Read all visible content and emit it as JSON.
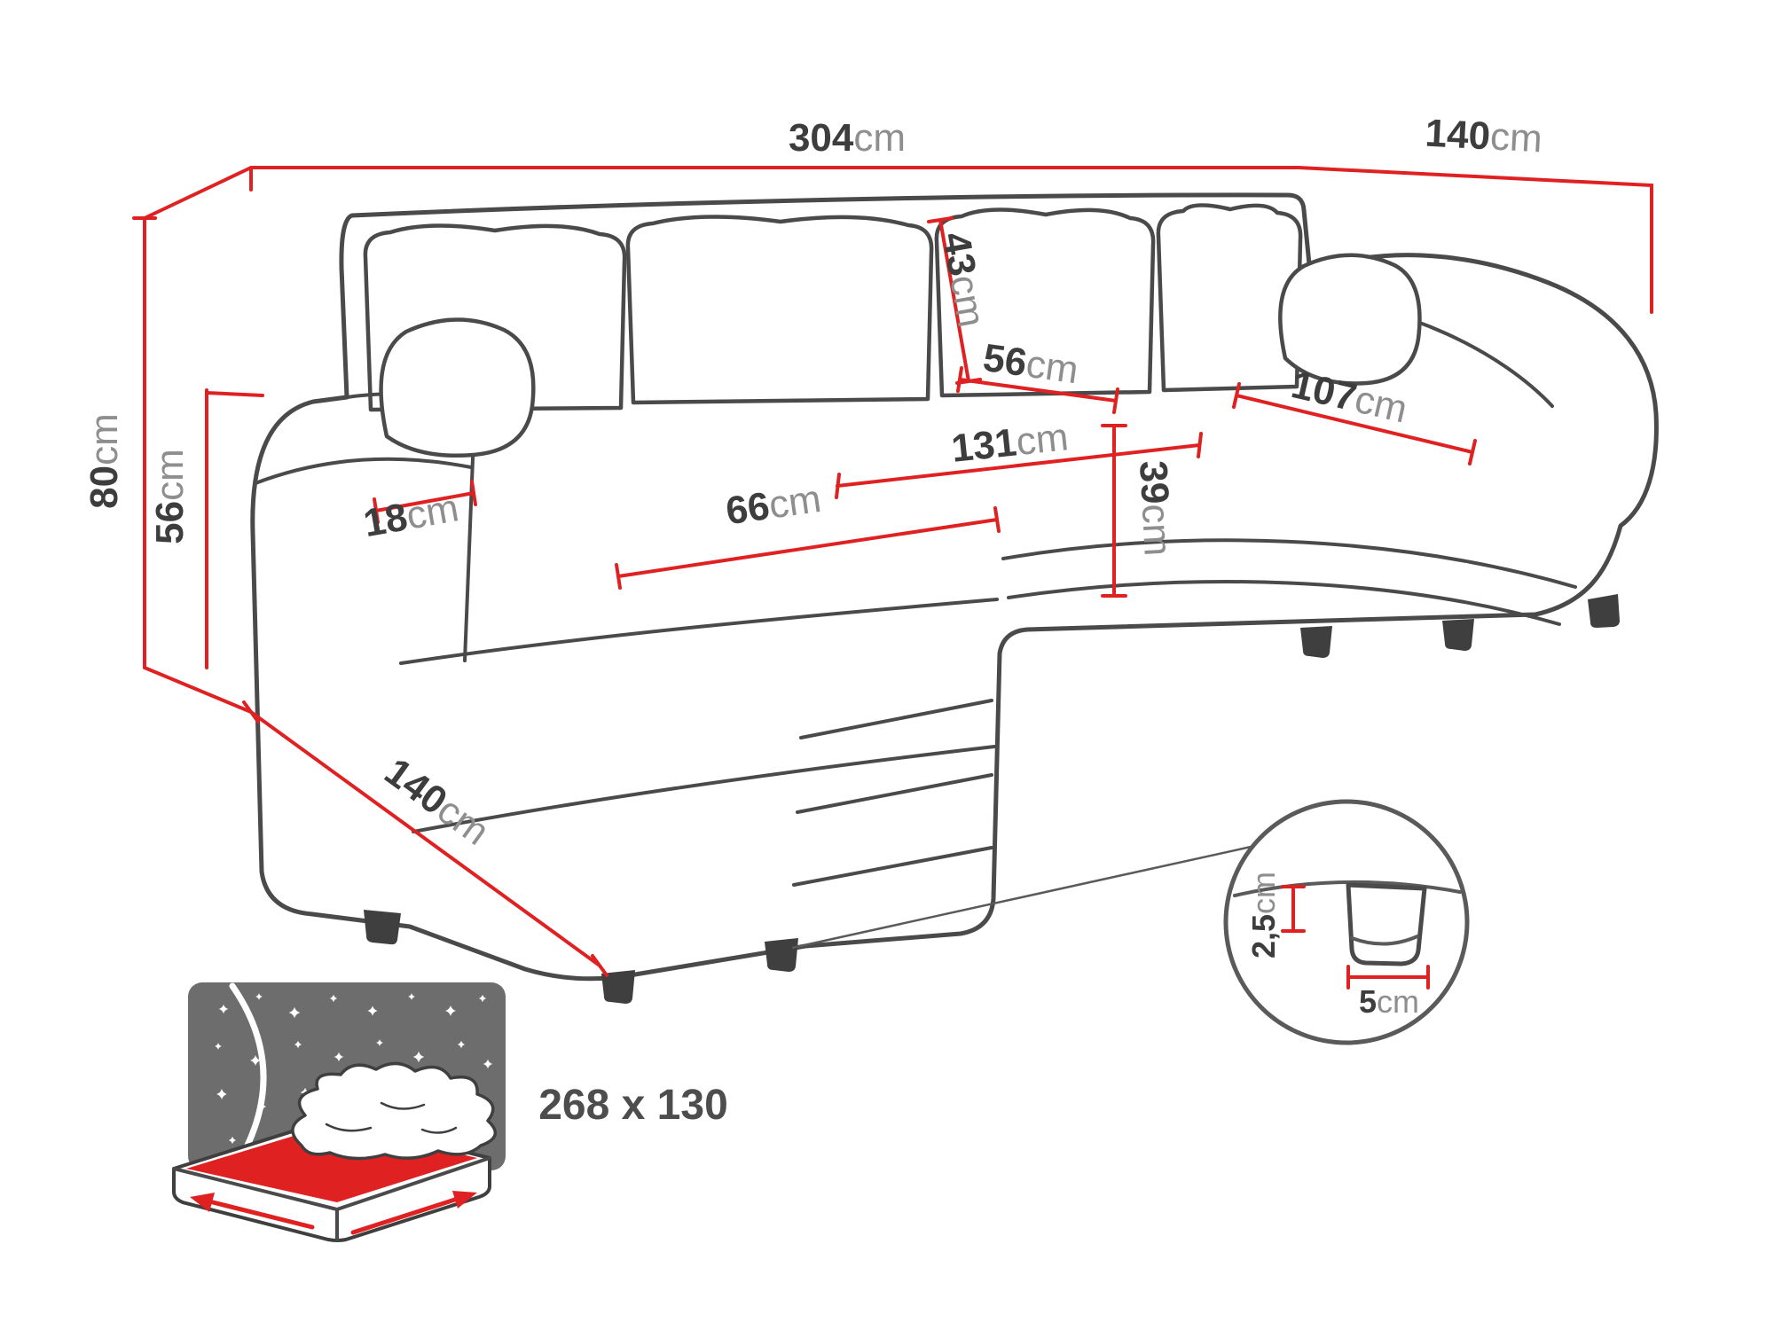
{
  "colors": {
    "dimension_red": "#e02121",
    "outline_gray": "#4a4a4a",
    "label_dark": "#3d3d3d",
    "label_unit_gray": "#8e8e8e"
  },
  "dimensions": {
    "total_width": {
      "value": "304",
      "unit": "cm"
    },
    "right_section_depth": {
      "value": "140",
      "unit": "cm"
    },
    "overall_height": {
      "value": "80",
      "unit": "cm"
    },
    "armrest_height": {
      "value": "56",
      "unit": "cm"
    },
    "backrest_cushion_height": {
      "value": "43",
      "unit": "cm"
    },
    "middle_seat_depth": {
      "value": "56",
      "unit": "cm"
    },
    "right_chaise_seat_length": {
      "value": "107",
      "unit": "cm"
    },
    "middle_seat_width": {
      "value": "131",
      "unit": "cm"
    },
    "seat_front_height": {
      "value": "39",
      "unit": "cm"
    },
    "left_chaise_seat_length": {
      "value": "66",
      "unit": "cm"
    },
    "armrest_width": {
      "value": "18",
      "unit": "cm"
    },
    "left_section_depth": {
      "value": "140",
      "unit": "cm"
    },
    "leg_height": {
      "value": "2,5",
      "unit": "cm"
    },
    "leg_width": {
      "value": "5",
      "unit": "cm"
    }
  },
  "sleeping_area": {
    "label": "268 x 130"
  }
}
